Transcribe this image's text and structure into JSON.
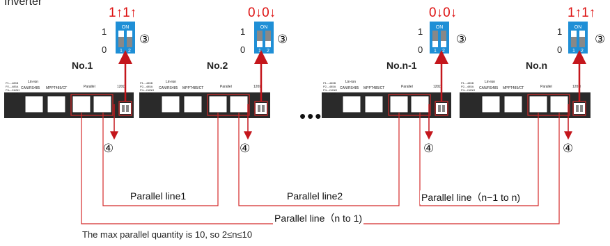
{
  "title": "Inverter",
  "units": [
    {
      "name": "No.1",
      "dip_value": "1↑1↑"
    },
    {
      "name": "No.2",
      "dip_value": "0↓0↓"
    },
    {
      "name": "No.n-1",
      "dip_value": "0↓0↓"
    },
    {
      "name": "No.n",
      "dip_value": "1↑1↑"
    }
  ],
  "dip": {
    "on_label": "ON",
    "pin1": "1",
    "pin2": "2",
    "bit_high": "1",
    "bit_low": "0"
  },
  "port_labels": {
    "lin_ion": "Lin-ion",
    "can_rs485": "CAN/RS485",
    "mppt": "MPPT485/CT",
    "parallel": "Parallel",
    "resistor": "120Ω",
    "pins": [
      "P1---485B",
      "P2---485A",
      "P4---CANH",
      "P5---CANL"
    ]
  },
  "markers": {
    "switch": "③",
    "port": "④"
  },
  "ellipsis": "•••",
  "lines": {
    "line1": "Parallel line1",
    "line2": "Parallel line2",
    "line3": "Parallel line（n−1 to n)",
    "line4": "Parallel line（n to 1)"
  },
  "caption": "The max parallel quantity is 10, so 2≤n≤10",
  "colors": {
    "wire": "#d42a2a",
    "arrow": "#c4161c",
    "dip_blue": "#1f8fd6",
    "board": "#2a2a2a"
  }
}
